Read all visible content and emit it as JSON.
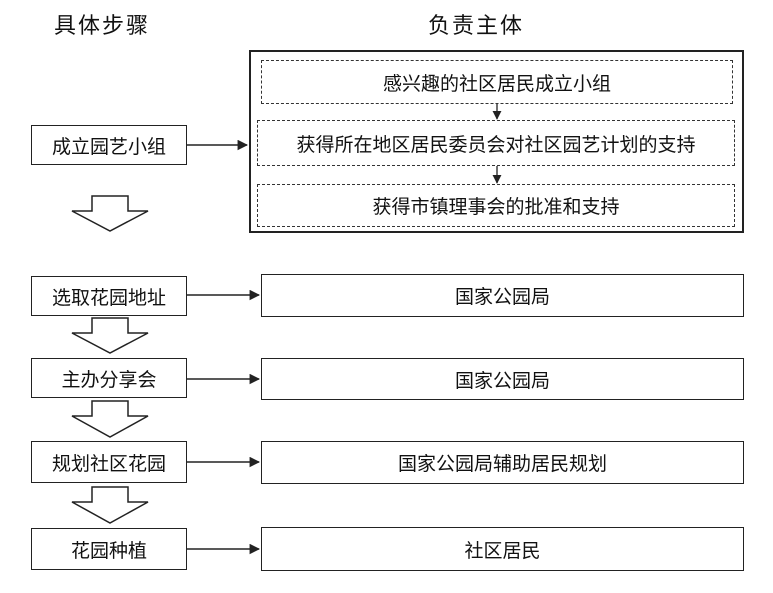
{
  "headers": {
    "steps": "具体步骤",
    "responsible": "负责主体"
  },
  "steps": [
    {
      "label": "成立园艺小组"
    },
    {
      "label": "选取花园地址"
    },
    {
      "label": "主办分享会"
    },
    {
      "label": "规划社区花园"
    },
    {
      "label": "花园种植"
    }
  ],
  "group_substeps": [
    {
      "label": "感兴趣的社区居民成立小组"
    },
    {
      "label": "获得所在地区居民委员会对社区园艺计划的支持"
    },
    {
      "label": "获得市镇理事会的批准和支持"
    }
  ],
  "responsibles": [
    {
      "label": "国家公园局"
    },
    {
      "label": "国家公园局"
    },
    {
      "label": "国家公园局辅助居民规划"
    },
    {
      "label": "社区居民"
    }
  ]
}
